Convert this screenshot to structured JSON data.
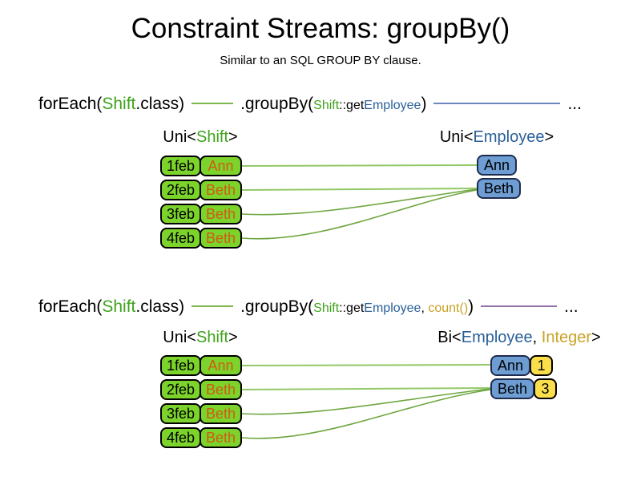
{
  "title": "Constraint Streams: groupBy()",
  "subtitle": "Similar to an SQL GROUP BY clause.",
  "colors": {
    "green_text": "#3fa31c",
    "blue_text": "#2a6099",
    "gold_text": "#c9a227",
    "orange_text": "#ce5c15",
    "box_green": "#7cd32b",
    "box_blue": "#6d9dd3",
    "box_blue_border": "#1f2c4e",
    "box_yellow": "#fadf4b",
    "line_green_code": "#7db84e",
    "line_blue": "#6c87bd",
    "line_purple": "#9673a6",
    "line_green_straight": "#93c969",
    "line_green_curve": "#6ea640"
  },
  "sections": [
    {
      "code": {
        "foreach_pre": "forEach(",
        "foreach_class": "Shift",
        "foreach_post": ".class)",
        "groupby_pre": ".groupBy(",
        "arg_class": "Shift",
        "arg_getter": "::get",
        "arg_type": "Employee",
        "groupby_post": ")",
        "ellipsis": "..."
      },
      "left_label": {
        "pre": "Uni<",
        "type": "Shift",
        "post": ">"
      },
      "right_label": {
        "pre": "Uni<",
        "type1": "Employee",
        "post": ">"
      },
      "shift_rows": [
        {
          "date": "1feb",
          "employee": "Ann"
        },
        {
          "date": "2feb",
          "employee": "Beth"
        },
        {
          "date": "3feb",
          "employee": "Beth"
        },
        {
          "date": "4feb",
          "employee": "Beth"
        }
      ],
      "groups": [
        {
          "employee": "Ann"
        },
        {
          "employee": "Beth"
        }
      ]
    },
    {
      "code": {
        "foreach_pre": "forEach(",
        "foreach_class": "Shift",
        "foreach_post": ".class)",
        "groupby_pre": ".groupBy(",
        "arg_class": "Shift",
        "arg_getter": "::get",
        "arg_type": "Employee",
        "arg_sep": ", ",
        "arg_count": "count()",
        "groupby_post": ")",
        "ellipsis": "..."
      },
      "left_label": {
        "pre": "Uni<",
        "type": "Shift",
        "post": ">"
      },
      "right_label": {
        "pre": "Bi<",
        "type1": "Employee",
        "sep": ", ",
        "type2": "Integer",
        "post": ">"
      },
      "shift_rows": [
        {
          "date": "1feb",
          "employee": "Ann"
        },
        {
          "date": "2feb",
          "employee": "Beth"
        },
        {
          "date": "3feb",
          "employee": "Beth"
        },
        {
          "date": "4feb",
          "employee": "Beth"
        }
      ],
      "groups": [
        {
          "employee": "Ann",
          "count": "1"
        },
        {
          "employee": "Beth",
          "count": "3"
        }
      ]
    }
  ]
}
